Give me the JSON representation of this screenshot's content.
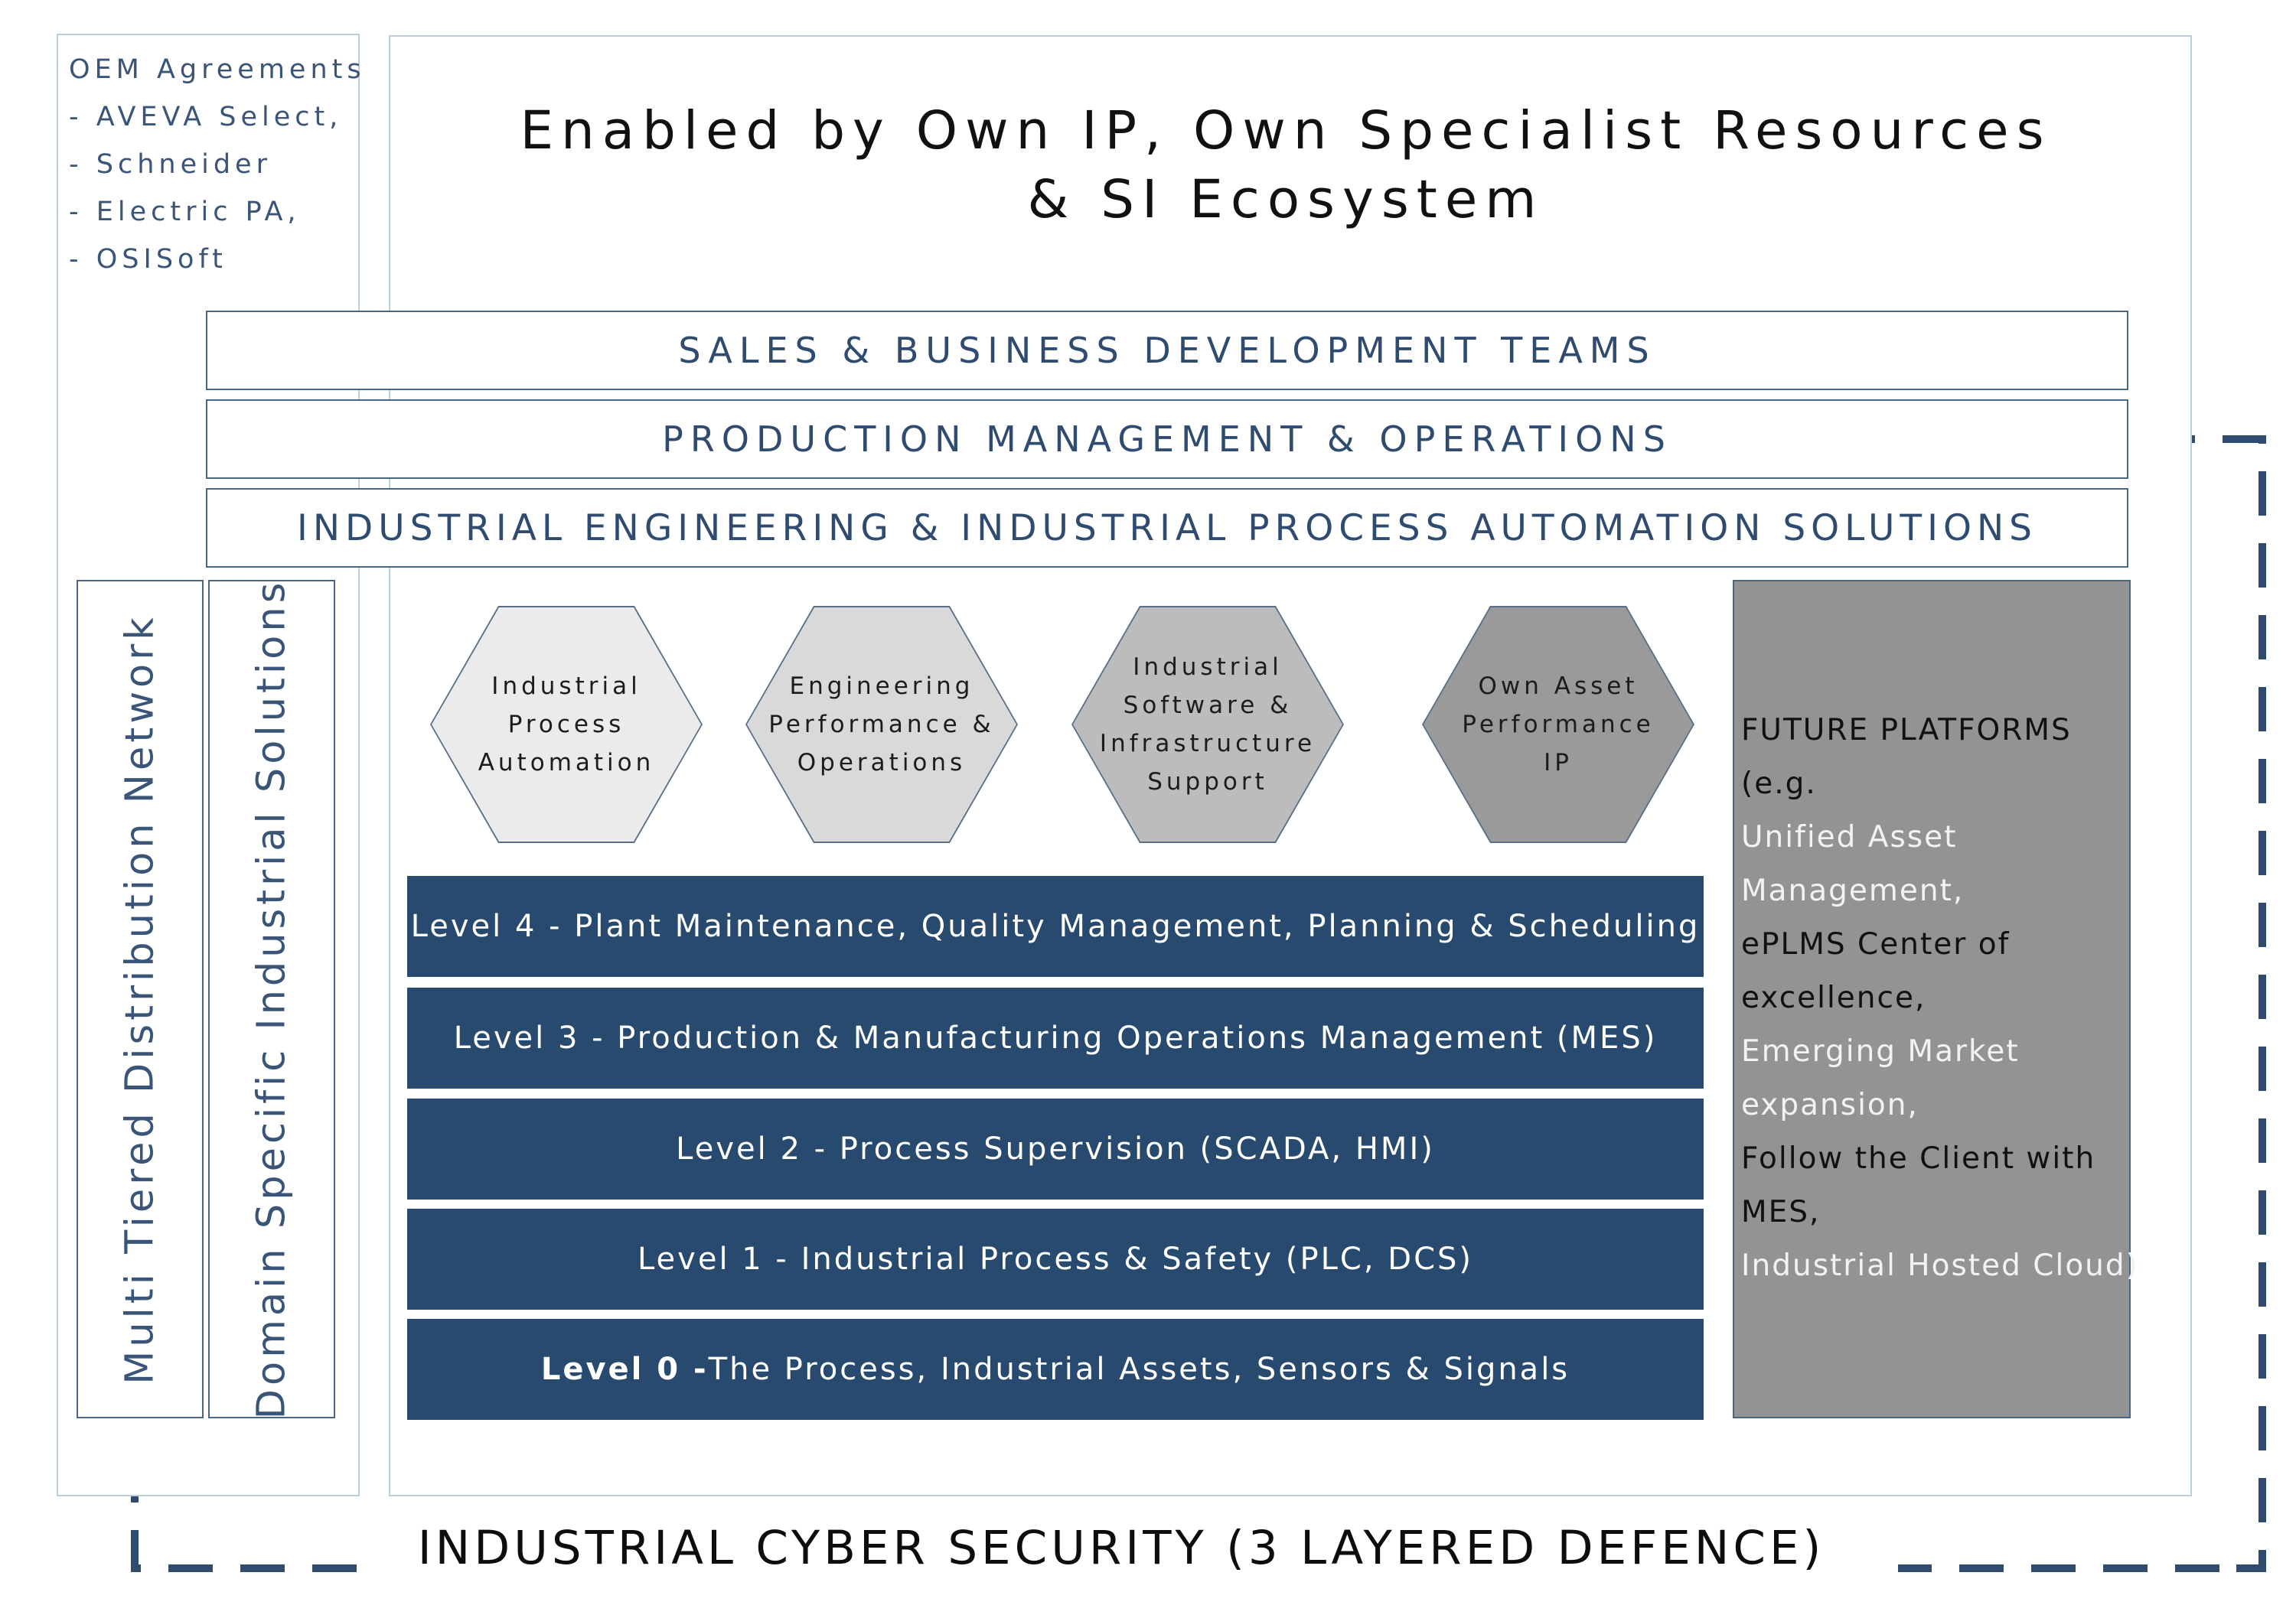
{
  "oem": {
    "lines": [
      "OEM Agreements",
      "- AVEVA Select,",
      "- Schneider",
      "- Electric PA,",
      "- OSISoft"
    ]
  },
  "title": {
    "line1": "Enabled by Own IP, Own Specialist Resources",
    "line2": "& SI Ecosystem"
  },
  "bands": {
    "sales": "SALES & BUSINESS DEVELOPMENT TEAMS",
    "production": "PRODUCTION MANAGEMENT & OPERATIONS",
    "engineering": "INDUSTRIAL ENGINEERING & INDUSTRIAL PROCESS AUTOMATION SOLUTIONS"
  },
  "vertical": {
    "distribution": "Multi Tiered Distribution Network",
    "domain": "Domain Specific Industrial Solutions"
  },
  "hexagons": [
    {
      "lines": [
        "Industrial",
        "Process",
        "Automation"
      ],
      "color": "#ebebeb"
    },
    {
      "lines": [
        "Engineering",
        "Performance &",
        "Operations"
      ],
      "color": "#d9d9d9"
    },
    {
      "lines": [
        "Industrial",
        "Software &",
        "Infrastructure",
        "Support"
      ],
      "color": "#bcbcbc"
    },
    {
      "lines": [
        "Own Asset",
        "Performance",
        "IP"
      ],
      "color": "#9a9a9a"
    }
  ],
  "levels": [
    {
      "prefix": "",
      "text": "Level 4 - Plant Maintenance, Quality Management, Planning & Scheduling"
    },
    {
      "prefix": "",
      "text": "Level 3 - Production & Manufacturing Operations Management (MES)"
    },
    {
      "prefix": "",
      "text": "Level 2 - Process Supervision (SCADA, HMI)"
    },
    {
      "prefix": "",
      "text": "Level 1 - Industrial Process & Safety (PLC, DCS)"
    },
    {
      "prefix": "Level 0 - ",
      "text": "The Process, Industrial Assets, Sensors & Signals"
    }
  ],
  "future": {
    "lines": [
      {
        "text": "FUTURE PLATFORMS",
        "tone": "dark"
      },
      {
        "text": "(e.g.",
        "tone": "dark"
      },
      {
        "text": "Unified Asset",
        "tone": "light"
      },
      {
        "text": "Management,",
        "tone": "light"
      },
      {
        "text": "ePLMS  Center of",
        "tone": "dark"
      },
      {
        "text": "excellence,",
        "tone": "dark"
      },
      {
        "text": "Emerging Market",
        "tone": "light"
      },
      {
        "text": "expansion,",
        "tone": "light"
      },
      {
        "text": "Follow the Client with",
        "tone": "dark"
      },
      {
        "text": "MES,",
        "tone": "dark"
      },
      {
        "text": "Industrial Hosted Cloud)",
        "tone": "light"
      }
    ]
  },
  "security": {
    "label": "INDUSTRIAL CYBER SECURITY (3 LAYERED DEFENCE)"
  },
  "colors": {
    "level_fill": "#284a6e",
    "border": "#4a6685",
    "dashed_line": "#2f4b70",
    "future_fill": "#939393"
  }
}
